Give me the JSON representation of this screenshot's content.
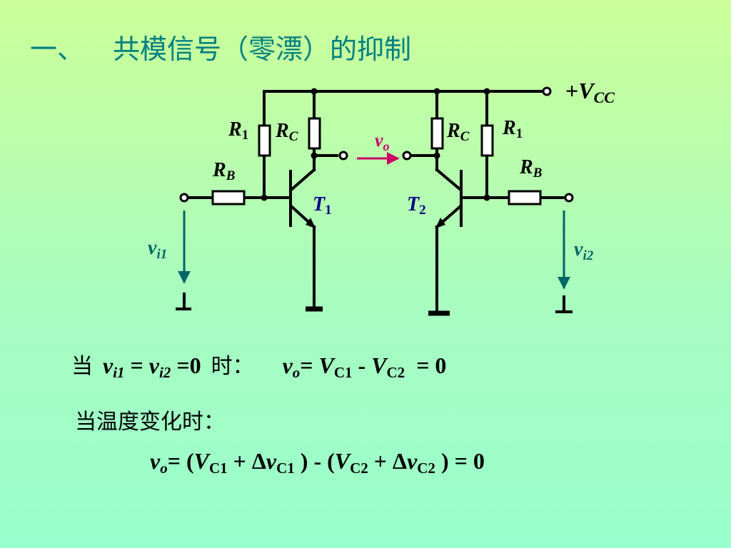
{
  "title": {
    "number": "一、",
    "text": "共模信号（零漂）的抑制"
  },
  "circuit": {
    "vcc": {
      "sign": "+",
      "main": "V",
      "sub": "CC"
    },
    "r1_left": {
      "main": "R",
      "sub": "1"
    },
    "rc_left": {
      "main": "R",
      "sub": "C"
    },
    "rb_left": {
      "main": "R",
      "sub": "B"
    },
    "t1": {
      "main": "T",
      "sub": "1"
    },
    "vo": {
      "main": "v",
      "sub": "o"
    },
    "t2": {
      "main": "T",
      "sub": "2"
    },
    "rc_right": {
      "main": "R",
      "sub": "C"
    },
    "r1_right": {
      "main": "R",
      "sub": "1"
    },
    "rb_right": {
      "main": "R",
      "sub": "B"
    },
    "vi1": {
      "main": "v",
      "sub": "i1"
    },
    "vi2": {
      "main": "v",
      "sub": "i2"
    },
    "colors": {
      "wire": "#000000",
      "teal": "#006666",
      "magenta": "#cc0066",
      "label_blue": "#000080"
    }
  },
  "eq1": {
    "zh_when": "当",
    "v1": "v",
    "v1_sub": "i1",
    "eq_a": " = ",
    "v2": "v",
    "v2_sub": "i2",
    "eq_b": " =0",
    "zh_time": "时：",
    "vo": "v",
    "vo_sub": "o",
    "rhs_eq": "= ",
    "vc1": "V",
    "vc1_sub": "C1",
    "minus": " - ",
    "vc2": "V",
    "vc2_sub": "C2",
    "result": "  = 0"
  },
  "eq2": {
    "text": "当温度变化时："
  },
  "eq3": {
    "vo": "v",
    "vo_sub": "o",
    "open1": "= (",
    "vc1": "V",
    "vc1_sub": "C1",
    "plus1": " + Δ",
    "dv1": "v",
    "dv1_sub": "C1",
    "close1": " ) - (",
    "vc2": "V",
    "vc2_sub": "C2",
    "plus2": " + Δ",
    "dv2": "v",
    "dv2_sub": "C2",
    "close2": " ) = 0"
  }
}
